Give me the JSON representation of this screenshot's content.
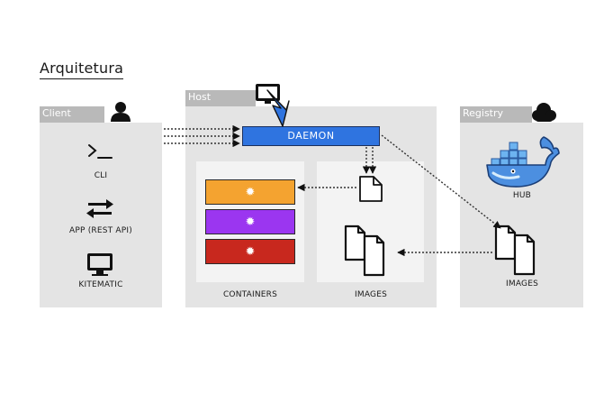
{
  "title": "Arquitetura",
  "client": {
    "label": "Client",
    "items": [
      {
        "icon": "terminal-icon",
        "label": "CLI"
      },
      {
        "icon": "swap-arrows-icon",
        "label": "APP (REST API)"
      },
      {
        "icon": "monitor-icon",
        "label": "KITEMATIC"
      }
    ]
  },
  "host": {
    "label": "Host",
    "daemon": "DAEMON",
    "containers_label": "CONTAINERS",
    "images_label": "IMAGES",
    "container_colors": [
      "#f4a330",
      "#9b36f0",
      "#c8281e"
    ]
  },
  "registry": {
    "label": "Registry",
    "hub_label": "HUB",
    "images_label": "IMAGES"
  },
  "colors": {
    "panel": "#e4e4e4",
    "tab": "#b9b9b9",
    "daemon": "#2f74e0",
    "whale": "#4c8fe0"
  }
}
